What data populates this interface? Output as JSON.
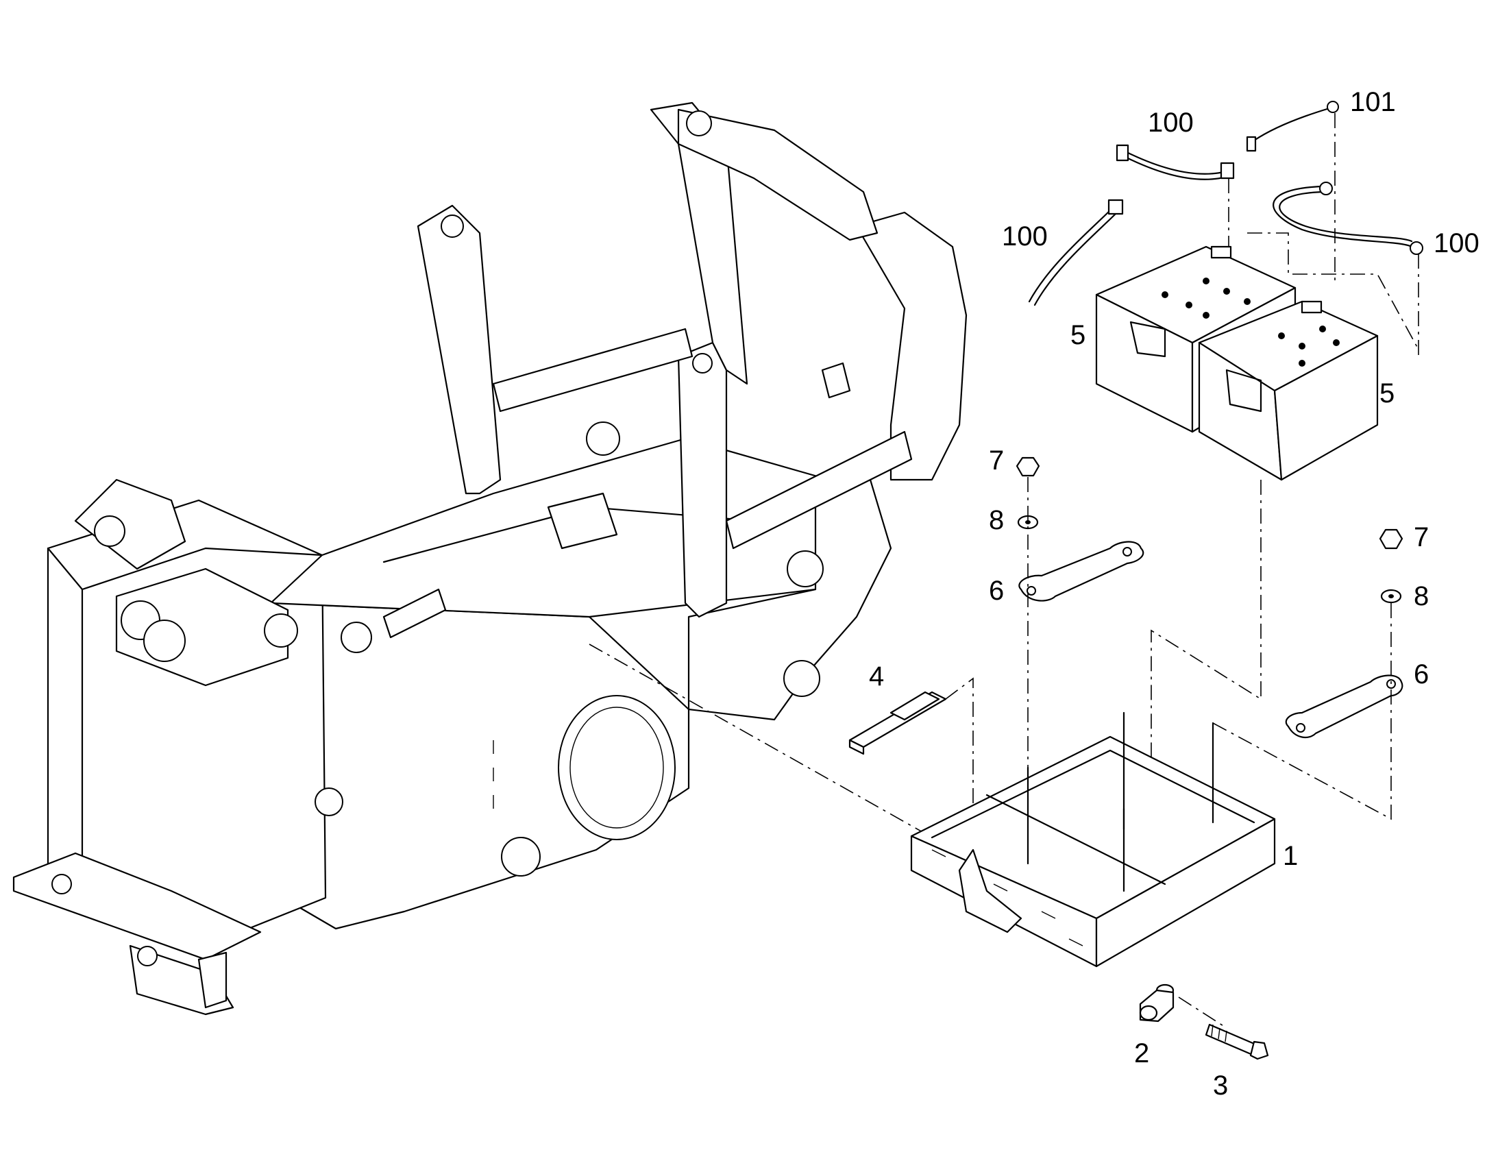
{
  "callouts": {
    "c100_top": "100",
    "c101": "101",
    "c100_left": "100",
    "c100_right": "100",
    "c5_left": "5",
    "c5_right": "5",
    "c7_left": "7",
    "c8_left": "8",
    "c6_left": "6",
    "c7_right": "7",
    "c8_right": "8",
    "c6_right": "6",
    "c4": "4",
    "c1": "1",
    "c2": "2",
    "c3": "3"
  }
}
